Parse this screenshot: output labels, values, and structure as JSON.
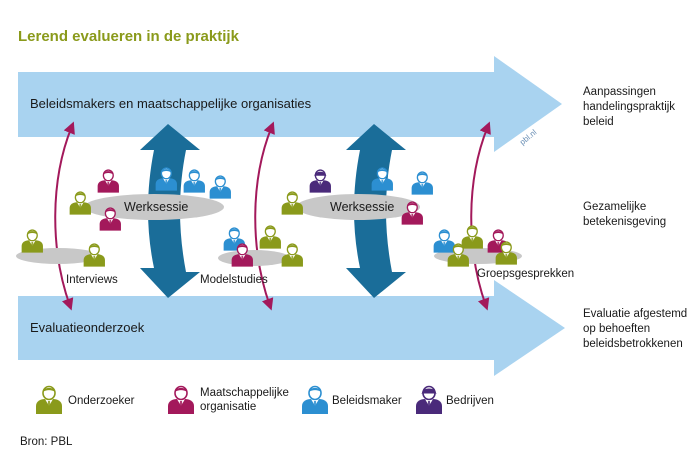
{
  "title": "Lerend evalueren in de praktijk",
  "bands": {
    "top": "Beleidsmakers en maatschappelijke organisaties",
    "bottom": "Evaluatieonderzoek"
  },
  "watermark": "pbl.nl",
  "right_labels": {
    "top": [
      "Aanpassingen",
      "handelingspraktijk",
      "beleid"
    ],
    "middle": [
      "Gezamelijke",
      "betekenisgeving"
    ],
    "bottom": [
      "Evaluatie afgestemd",
      "op behoeften",
      "beleidsbetrokkenen"
    ]
  },
  "sessions": {
    "werksessie_1": "Werksessie",
    "werksessie_2": "Werksessie",
    "interviews": "Interviews",
    "modelstudies": "Modelstudies",
    "groepsgesprekken": "Groepsgesprekken"
  },
  "legend": [
    {
      "label": "Onderzoeker",
      "color": "#8a9a1b"
    },
    {
      "label": "Maatschappelijke organisatie",
      "lines": [
        "Maatschappelijke",
        "organisatie"
      ],
      "color": "#a3195b"
    },
    {
      "label": "Beleidsmaker",
      "color": "#2c8fd1"
    },
    {
      "label": "Bedrijven",
      "color": "#4a2a7a"
    }
  ],
  "source": "Bron: PBL",
  "colors": {
    "band": "#a9d3f0",
    "dark_arrow": "#1a6d99",
    "link_arrow": "#a3195b",
    "ellipse": "#c8c8c8",
    "onderzoeker": "#8a9a1b",
    "maatschappelijk": "#a3195b",
    "beleidsmaker": "#2c8fd1",
    "bedrijven": "#4a2a7a"
  }
}
